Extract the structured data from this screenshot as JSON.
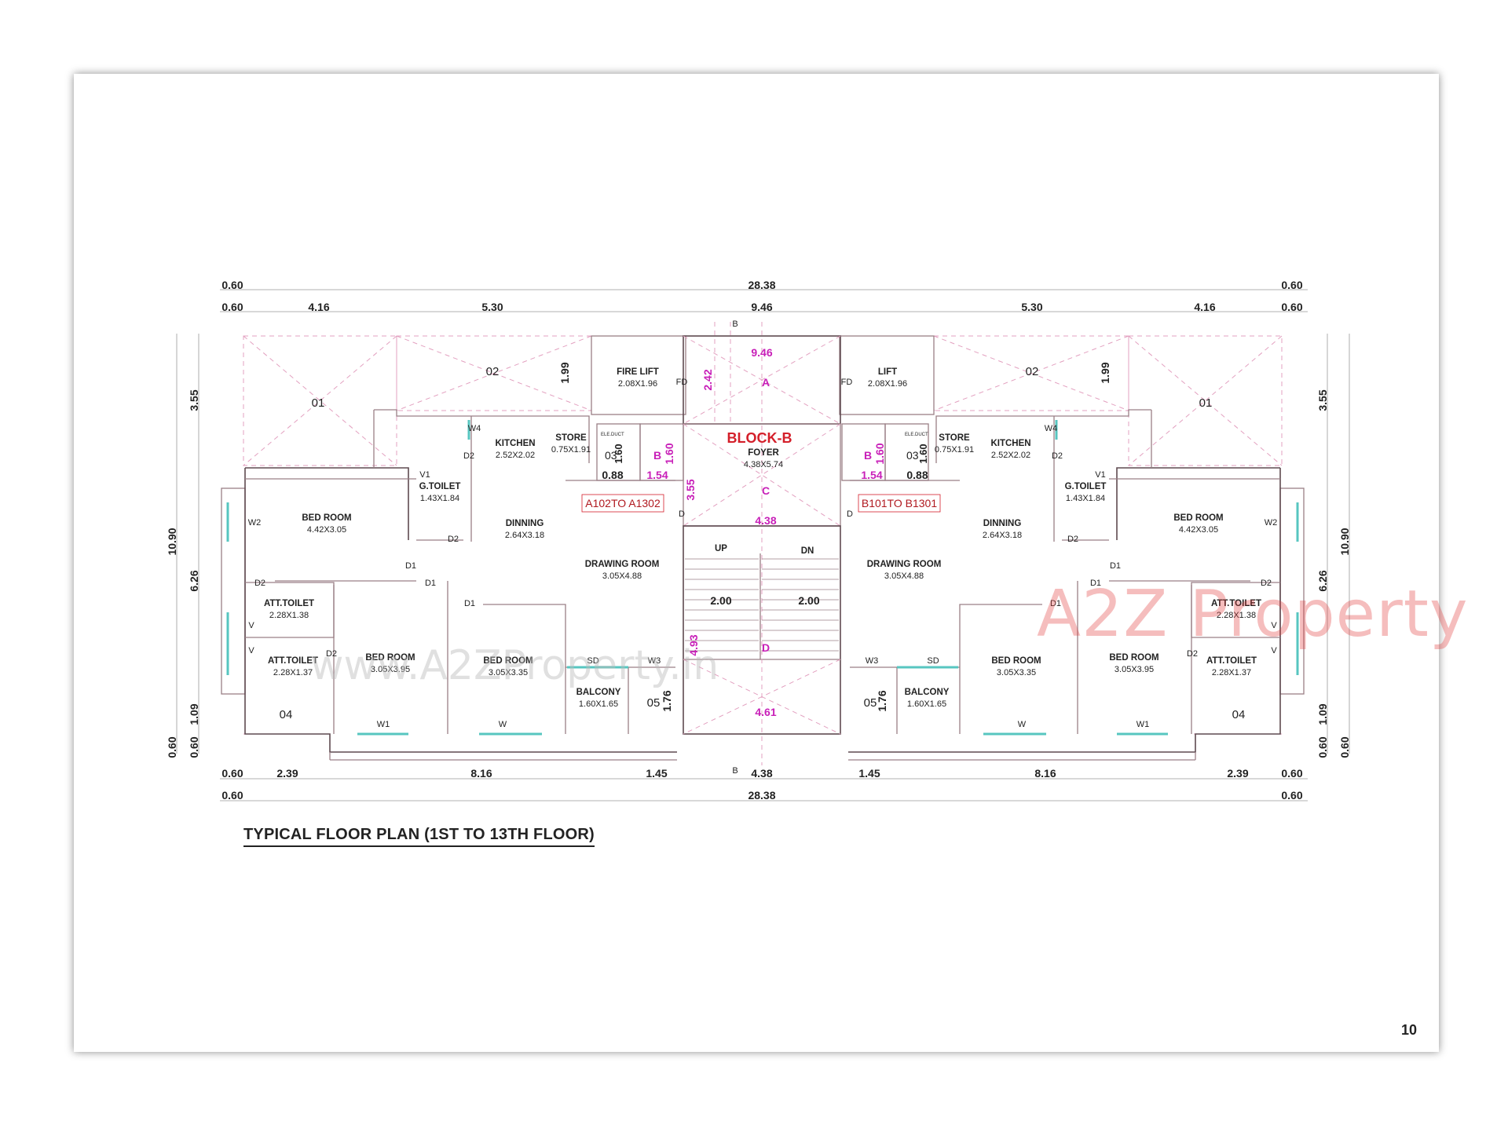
{
  "plan": {
    "title": "TYPICAL FLOOR PLAN (1ST TO 13TH FLOOR)",
    "page_number": "10",
    "block_label": "BLOCK-B",
    "unit_left": "A102TO A1302",
    "unit_right": "B101TO B1301"
  },
  "watermarks": {
    "brand": "A2Z Property",
    "url": "www.A2ZProperty.in"
  },
  "dims": {
    "top_overall": "28.38",
    "bottom_overall": "28.38",
    "edge": "0.60",
    "top_segments": [
      "4.16",
      "5.30",
      "9.46",
      "5.30",
      "4.16"
    ],
    "bottom_segments": [
      "2.39",
      "8.16",
      "1.45",
      "4.38",
      "1.45",
      "8.16",
      "2.39"
    ],
    "side_segments": [
      "3.55",
      "6.26",
      "1.09",
      "0.60"
    ],
    "side_overall": "10.90"
  },
  "core": {
    "fire_lift": "FIRE LIFT",
    "fire_lift_size": "2.08X1.96",
    "lift": "LIFT",
    "lift_size": "2.08X1.96",
    "fd": "FD",
    "foyer": "FOYER",
    "foyer_size": "4.38X5.74",
    "up": "UP",
    "dn": "DN",
    "flight": "2.00",
    "a": "A",
    "b": "B",
    "c": "C",
    "d": "D",
    "w946": "9.46",
    "w438": "4.38",
    "w461": "4.61",
    "h242": "2.42",
    "h355": "3.55",
    "h493": "4.93",
    "duct_h": "1.60",
    "duct_w": "1.54",
    "ele_w": "0.88",
    "ele_duct": "ELE.DUCT",
    "h199": "1.99",
    "h176": "1.76"
  },
  "rooms": {
    "bed": "BED ROOM",
    "bed1_size": "4.42X3.05",
    "bed2_size": "3.05X3.95",
    "bed3_size": "3.05X3.35",
    "kitchen": "KITCHEN",
    "kitchen_size": "2.52X2.02",
    "store": "STORE",
    "store_size": "0.75X1.91",
    "gtoilet": "G.TOILET",
    "gtoilet_size": "1.43X1.84",
    "dinning": "DINNING",
    "dinning_size": "2.64X3.18",
    "drawing": "DRAWING ROOM",
    "drawing_size": "3.05X4.88",
    "att": "ATT.TOILET",
    "att1_size": "2.28X1.38",
    "att2_size": "2.28X1.37",
    "balcony": "BALCONY",
    "balcony_size": "1.60X1.65"
  },
  "tags": {
    "o1": "01",
    "o2": "02",
    "o3": "03",
    "o4": "04",
    "o5": "05",
    "d1": "D1",
    "d2": "D2",
    "w": "W",
    "w1": "W1",
    "w2": "W2",
    "w3": "W3",
    "w4": "W4",
    "v": "V",
    "v1": "V1",
    "sd": "SD",
    "d": "D",
    "b": "B"
  },
  "colors": {
    "wall": "#9a7f86",
    "dimension_magenta": "#c81fb8",
    "block_red": "#d41f2a",
    "window": "#57c6c0"
  }
}
